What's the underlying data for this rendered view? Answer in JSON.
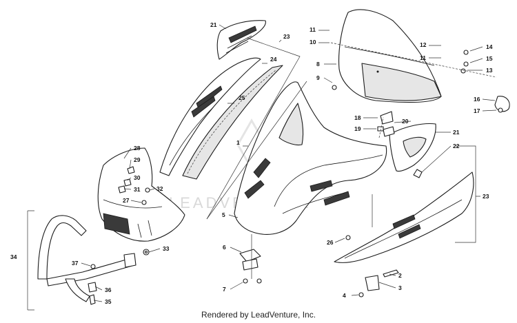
{
  "diagram": {
    "callouts": [
      "1",
      "2",
      "3",
      "4",
      "5",
      "6",
      "7",
      "8",
      "9",
      "10",
      "11",
      "11",
      "12",
      "13",
      "14",
      "15",
      "16",
      "17",
      "18",
      "19",
      "20",
      "21",
      "21",
      "22",
      "23",
      "23",
      "24",
      "25",
      "26",
      "27",
      "28",
      "29",
      "30",
      "31",
      "32",
      "33",
      "34",
      "35",
      "36",
      "37"
    ],
    "watermark": "LEADVENTURE"
  },
  "footer": {
    "text": "Rendered by LeadVenture, Inc."
  }
}
